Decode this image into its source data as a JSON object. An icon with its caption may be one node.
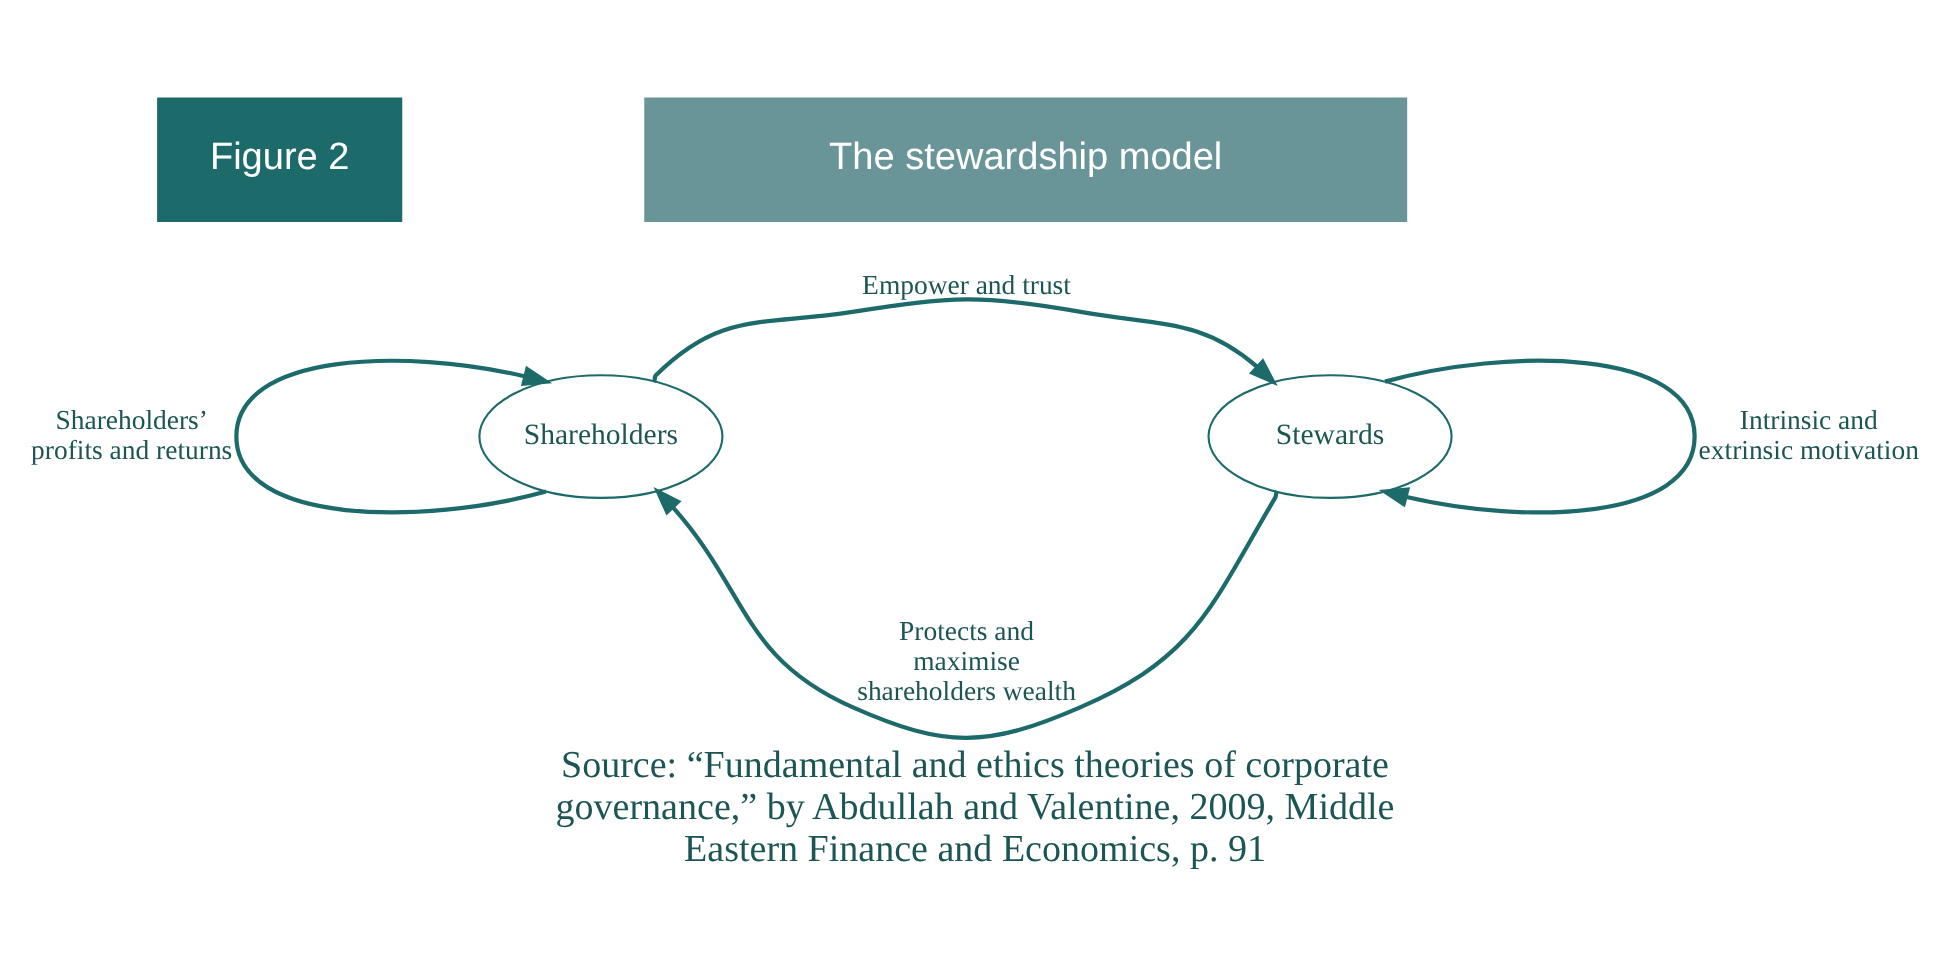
{
  "diagram": {
    "title": "The stewardship model",
    "caption": "Source: “Fundamental and ethics theories of corporate governance,” by Abdullah and Valentine, 2009, Middle Eastern Finance and Economics, p. 91",
    "nodes": [
      {
        "text": [
          "Shareholders"
        ]
      },
      {
        "text": [
          "Stewards"
        ]
      }
    ],
    "edges": [
      {
        "from": 0,
        "to": 0,
        "arrow": "to",
        "label": "Shareholders’ profits and returns"
      },
      {
        "from": 0,
        "to": 1,
        "arrow": "to",
        "label": "Empower and trust"
      },
      {
        "from": 1,
        "to": 1,
        "arrow": "to",
        "label": "Intrinsic and extrinsic motivation"
      },
      {
        "from": 1,
        "to": 0,
        "arrow": "to",
        "label": "Protects and maximise shareholders wealth"
      }
    ],
    "labels": [
      "Figure 2"
    ]
  }
}
